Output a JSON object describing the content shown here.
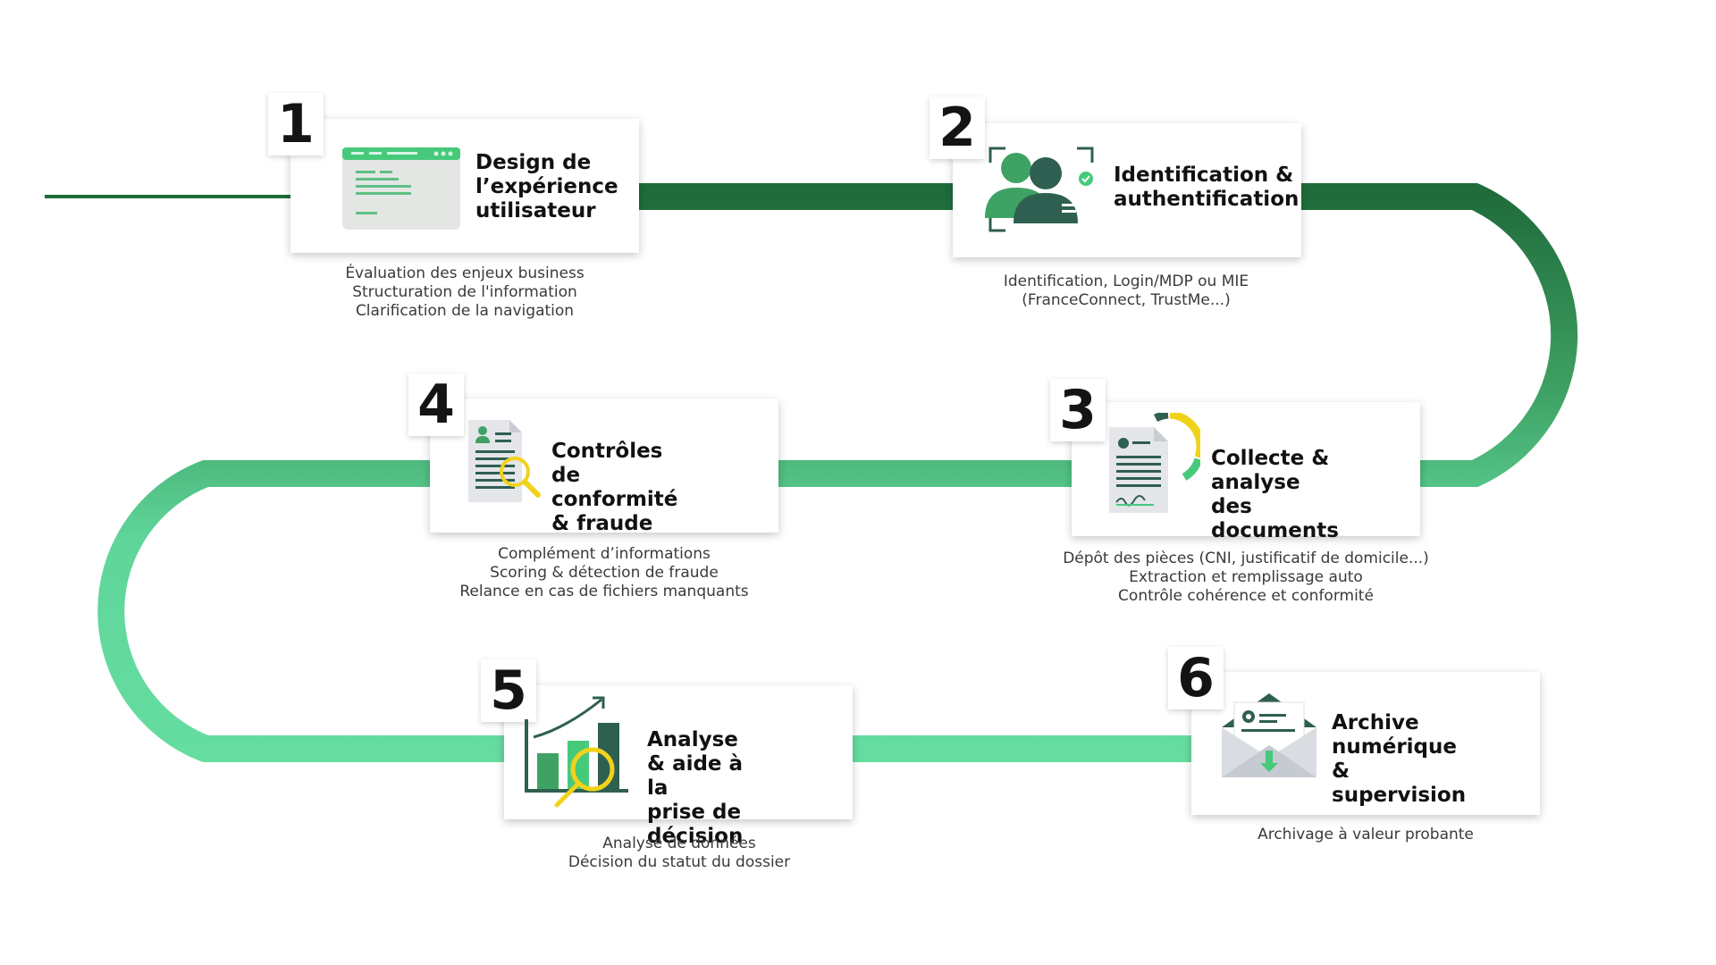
{
  "colors": {
    "path_dark": "#1f6b3a",
    "path_light": "#5fd99a",
    "number_text": "#141414",
    "accent_green": "#3aa864",
    "icon_dark": "#2f5f50",
    "highlight_yellow": "#f1d21a"
  },
  "steps": [
    {
      "number": "1",
      "title": "Design de\nl’expérience\nutilisateur",
      "icon": "browser-window-icon",
      "description": [
        "Évaluation des enjeux business",
        "Structuration de l'information",
        "Clarification de la navigation"
      ]
    },
    {
      "number": "2",
      "title": "Identification &\nauthentification",
      "icon": "users-identification-icon",
      "description": [
        "Identification, Login/MDP ou MIE",
        "(FranceConnect, TrustMe...)"
      ]
    },
    {
      "number": "3",
      "title": "Collecte & analyse\ndes documents",
      "icon": "document-analysis-icon",
      "description": [
        "Dépôt des pièces (CNI, justificatif de domicile...)",
        "Extraction et remplissage auto",
        "Contrôle cohérence et conformité"
      ]
    },
    {
      "number": "4",
      "title": "Contrôles de\nconformité & fraude",
      "icon": "document-search-icon",
      "description": [
        "Complément d’informations",
        "Scoring & détection de fraude",
        "Relance en cas de fichiers manquants"
      ]
    },
    {
      "number": "5",
      "title": "Analyse & aide à la\nprise de décision",
      "icon": "chart-analysis-icon",
      "description": [
        "Analyse de données",
        "Décision du statut du dossier"
      ]
    },
    {
      "number": "6",
      "title": "Archive numérique\n& supervision",
      "icon": "archive-envelope-icon",
      "description": [
        "Archivage à valeur probante"
      ]
    }
  ]
}
